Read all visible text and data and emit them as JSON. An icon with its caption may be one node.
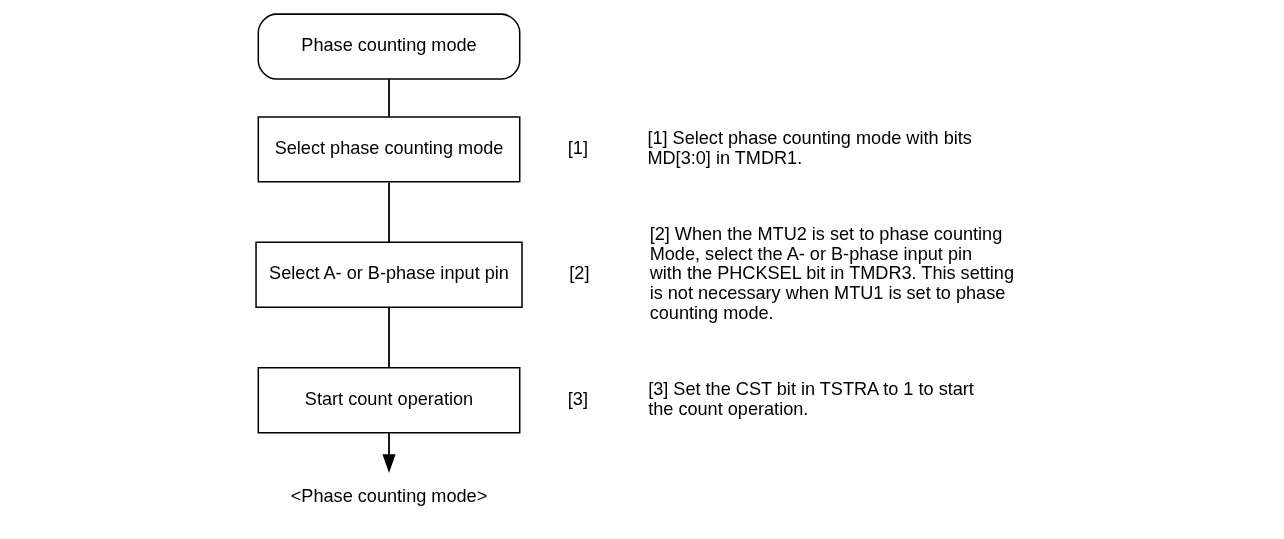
{
  "diagram": {
    "nodes": [
      {
        "text": [
          "Phase counting mode"
        ]
      },
      {
        "text": [
          "Select phase counting mode"
        ],
        "beside": [
          "[1]"
        ]
      },
      {
        "text": [
          "Select A- or B-phase input pin"
        ],
        "beside": [
          "[2]"
        ]
      },
      {
        "text": [
          "Start count operation"
        ],
        "beside": [
          "[3]"
        ]
      },
      {
        "text": [
          "<Phase counting mode>"
        ]
      }
    ],
    "edges": [
      {
        "from": 0,
        "to": 1,
        "arrow": "none"
      },
      {
        "from": 1,
        "to": 2,
        "arrow": "none"
      },
      {
        "from": 2,
        "to": 3,
        "arrow": "none"
      },
      {
        "from": 3,
        "to": 4,
        "arrow": "to"
      }
    ],
    "labels": [
      "[1] Select phase counting mode with bits MD[3:0] in TMDR1.",
      "[2] When the MTU2 is set to phase counting Mode, select the A- or B-phase input pin with the PHCKSEL bit in TMDR3. This setting is not necessary when MTU1 is set to phase counting mode.",
      "[3] Set the CST bit in TSTRA to 1 to start the count operation."
    ]
  }
}
